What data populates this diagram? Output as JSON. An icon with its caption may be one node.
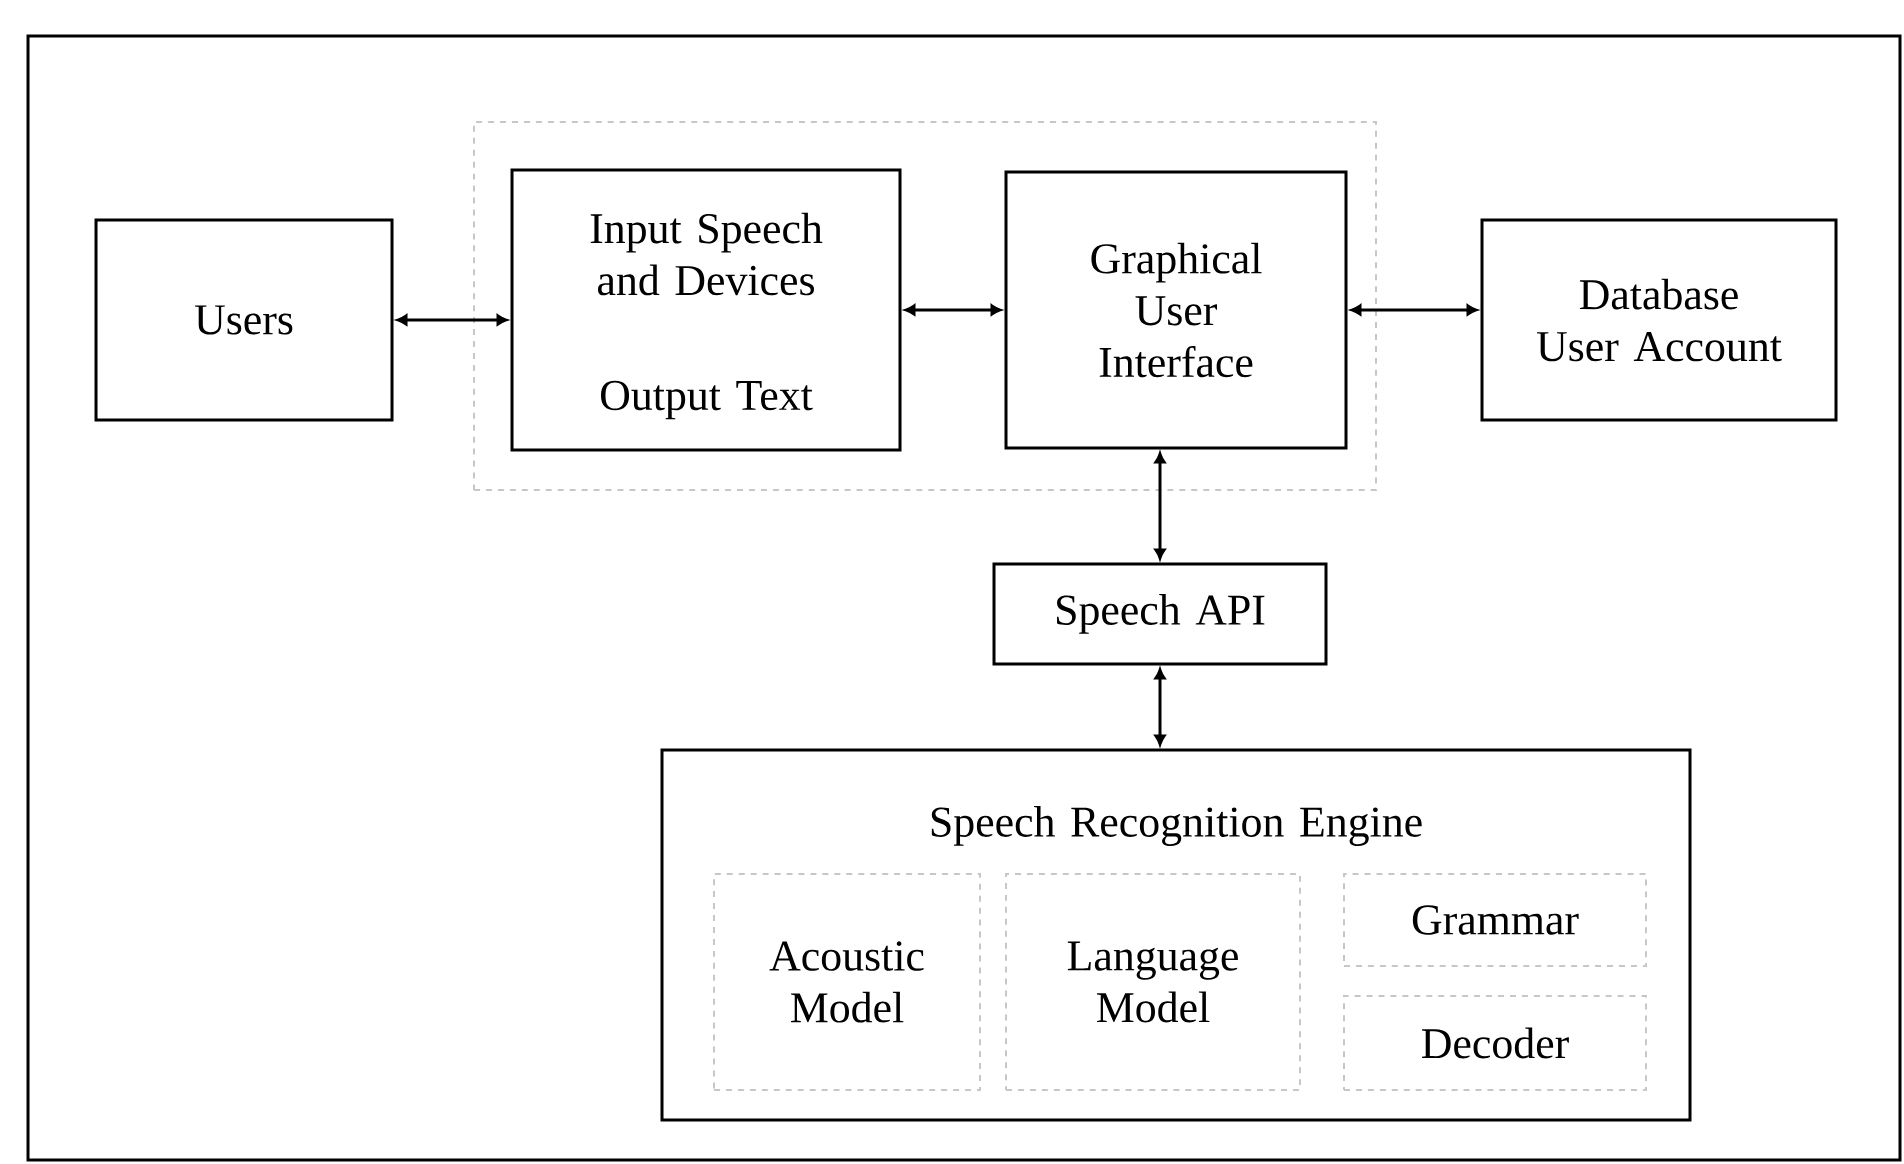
{
  "diagram": {
    "nodes": [
      {
        "text": [],
        "shape": "box"
      },
      {
        "text": [
          "Users"
        ]
      },
      {
        "text": [
          "Input Speech and Devices",
          "Output Text"
        ],
        "in": 0
      },
      {
        "text": [
          "Graphical User Interface"
        ],
        "in": 0
      },
      {
        "text": [
          "Database User Account"
        ]
      },
      {
        "text": [
          "Speech API"
        ]
      },
      {
        "text": [
          "Speech Recognition Engine"
        ]
      },
      {
        "text": [
          "Acoustic Model"
        ],
        "in": 6
      },
      {
        "text": [
          "Language Model"
        ],
        "in": 6
      },
      {
        "text": [
          "Grammar"
        ],
        "in": 6
      },
      {
        "text": [
          "Decoder"
        ],
        "in": 6
      }
    ],
    "edges": [
      {
        "from": 1,
        "to": 2,
        "arrow": "both"
      },
      {
        "from": 2,
        "to": 3,
        "arrow": "both"
      },
      {
        "from": 3,
        "to": 4,
        "arrow": "both"
      },
      {
        "from": 3,
        "to": 5,
        "arrow": "both"
      },
      {
        "from": 5,
        "to": 6,
        "arrow": "both"
      }
    ]
  }
}
